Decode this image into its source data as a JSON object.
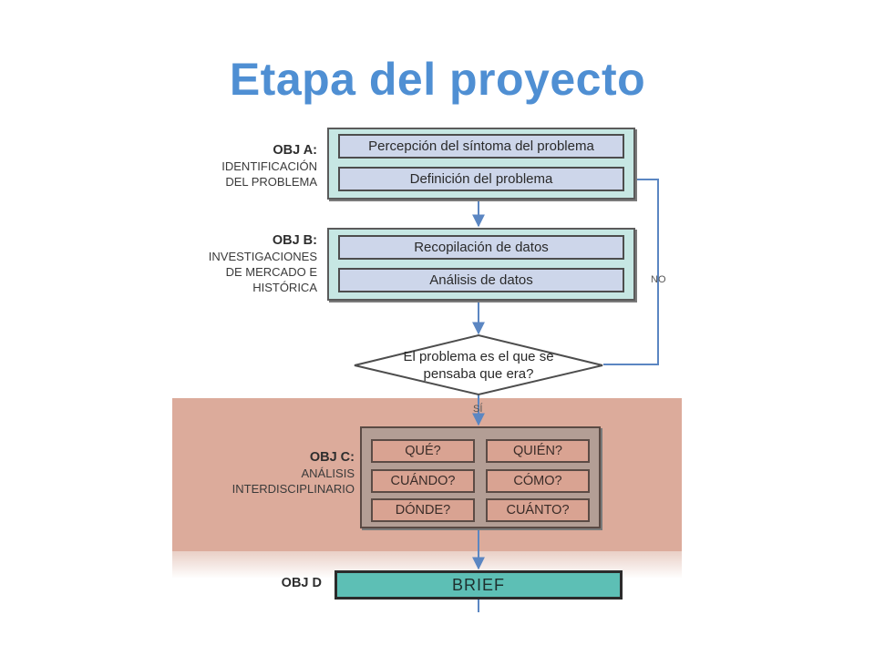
{
  "title": "Etapa del proyecto",
  "objectives": {
    "a": {
      "code": "OBJ A:",
      "line1": "IDENTIFICACIÓN",
      "line2": "DEL PROBLEMA"
    },
    "b": {
      "code": "OBJ B:",
      "line1": "INVESTIGACIONES",
      "line2": "DE MERCADO E",
      "line3": "HISTÓRICA"
    },
    "c": {
      "code": "OBJ C:",
      "line1": "ANÁLISIS",
      "line2": "INTERDISCIPLINARIO"
    },
    "d": {
      "code": "OBJ D"
    }
  },
  "steps": {
    "a1": "Percepción del síntoma del problema",
    "a2": "Definición del problema",
    "b1": "Recopilación de datos",
    "b2": "Análisis de datos"
  },
  "decision": {
    "line1": "El problema es el que se",
    "line2": "pensaba que era?"
  },
  "branch": {
    "yes": "SÍ",
    "no": "NO"
  },
  "questions": [
    "QUÉ?",
    "QUIÉN?",
    "CUÁNDO?",
    "CÓMO?",
    "DÓNDE?",
    "CUÁNTO?"
  ],
  "brief": "BRIEF",
  "colors": {
    "title": "#4f8fd3",
    "line": "#5b86c2",
    "band": "#dcab9b",
    "teal": "#c6e7e3",
    "brief": "#5dbfb5"
  }
}
